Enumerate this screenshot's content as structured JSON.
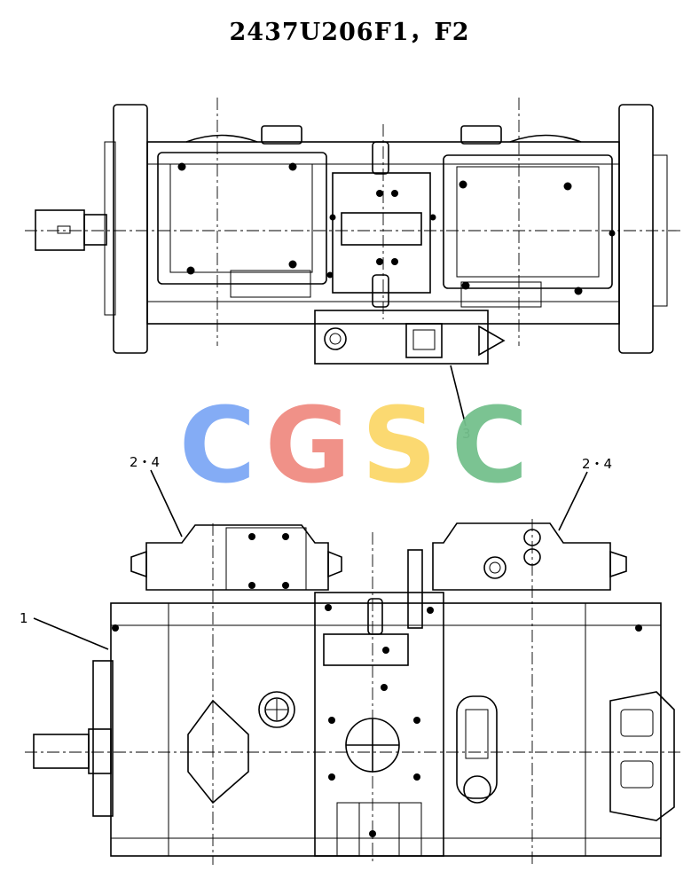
{
  "title": "2437U206F1，F2",
  "callouts": [
    {
      "id": "1",
      "text": "1"
    },
    {
      "id": "2-4-left",
      "text": "2・4"
    },
    {
      "id": "2-4-right",
      "text": "2・4"
    },
    {
      "id": "3",
      "text": "3"
    }
  ],
  "watermark": {
    "letters": [
      "C",
      "G",
      "S",
      "C"
    ],
    "colors": [
      "#7ea8f5",
      "#f08c82",
      "#fbd86a",
      "#74c08d"
    ]
  }
}
